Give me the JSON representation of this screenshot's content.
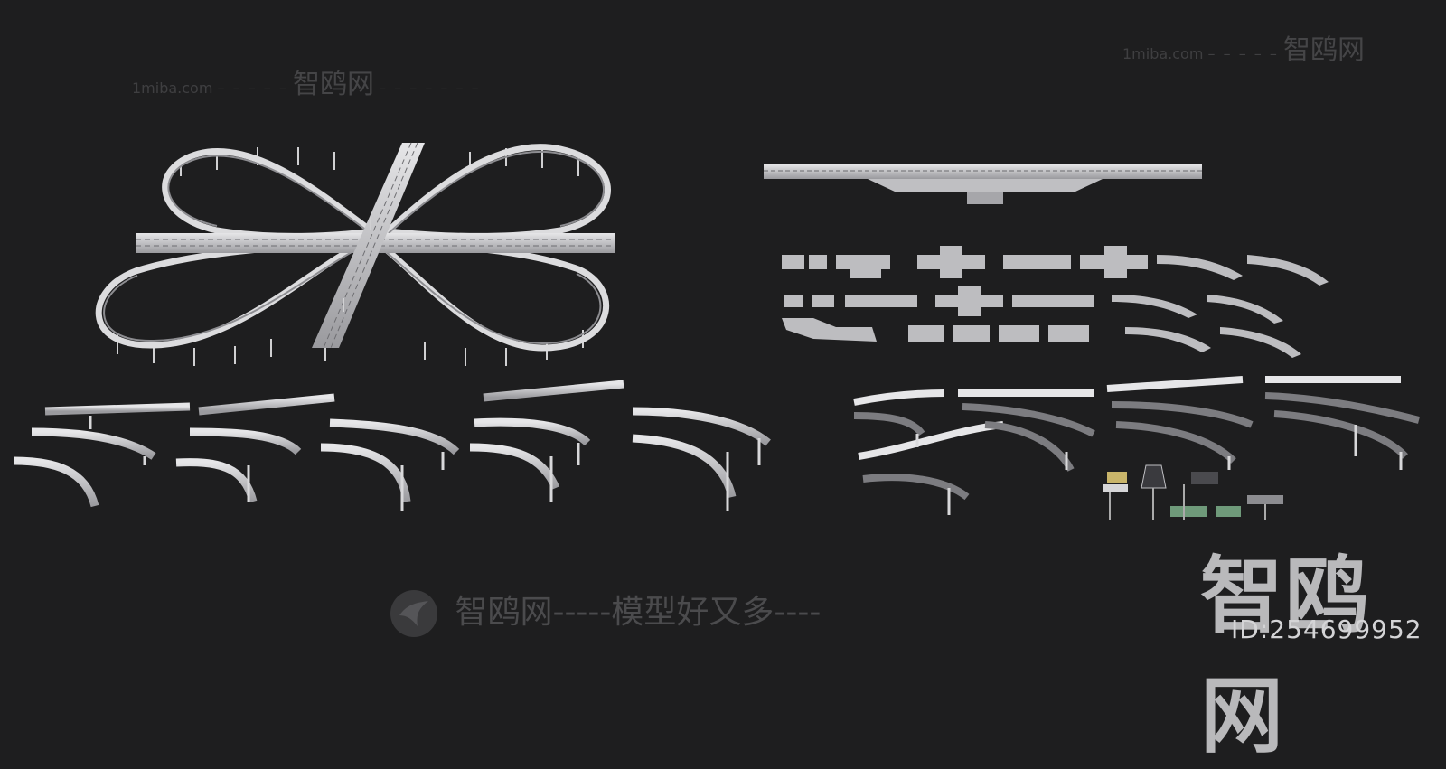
{
  "watermarks": {
    "site": "1miba.com",
    "brand": "智鸥网",
    "dashes_long": "– – – – –",
    "dashes_tail": "– – – – – – –",
    "tagline": "智鸥网-----模型好又多----",
    "big_brand": "智鸥网",
    "id_text": "ID:254699952"
  },
  "icons": {
    "logo": "seagull-logo-icon"
  },
  "colors": {
    "background": "#1e1e1f",
    "road_light": "#cfcfd1",
    "road_dark": "#8a8a8e",
    "road_edge": "#eeeeef",
    "pier": "#d8d8da",
    "watermark": "#4a4a4c"
  }
}
